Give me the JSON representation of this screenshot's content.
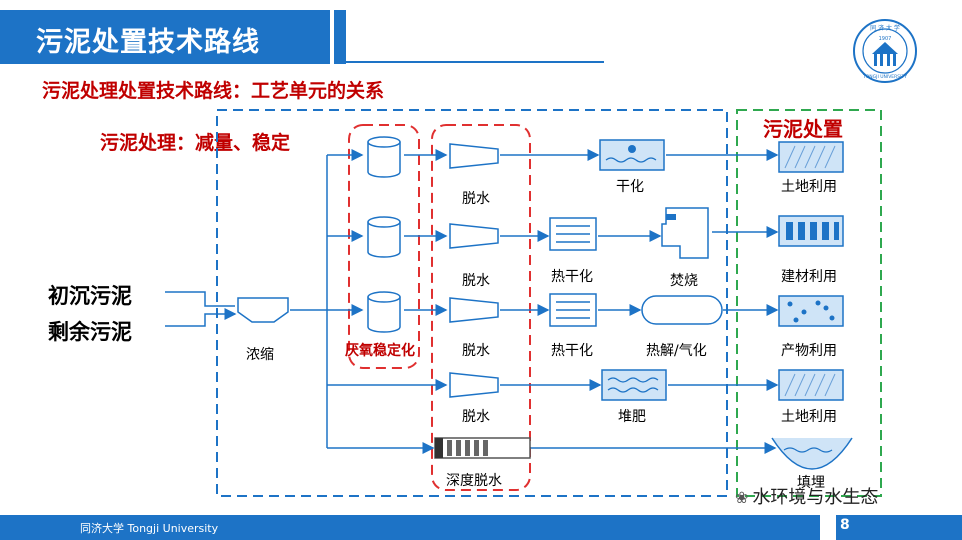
{
  "header": {
    "title": "污泥处置技术路线",
    "subtitle": "污泥处理处置技术路线：工艺单元的关系"
  },
  "sections": {
    "processing_label": "污泥处理：减量、稳定",
    "disposal_label": "污泥处置"
  },
  "inputs": [
    "初沉污泥",
    "剩余污泥"
  ],
  "units": {
    "thickening": "浓缩",
    "anaerobic": "厌氧稳定化",
    "dewater": [
      "脱水",
      "脱水",
      "脱水",
      "脱水"
    ],
    "deep_dewater": "深度脱水",
    "drying": "干化",
    "thermal_drying": [
      "热干化",
      "热干化"
    ],
    "incineration": "焚烧",
    "pyrolysis": "热解/气化",
    "composting": "堆肥"
  },
  "outcomes": [
    "土地利用",
    "建材利用",
    "产物利用",
    "土地利用",
    "填埋"
  ],
  "footer": {
    "university": "同济大学 Tongji University",
    "page": "8",
    "watermark": "水环境与水生态"
  },
  "logo": {
    "text_top": "同 济 大 学",
    "year": "1907",
    "text_bottom": "TONGJI UNIVERSITY"
  },
  "colors": {
    "brand_blue": "#1d73c6",
    "accent_red": "#c00000",
    "dashed_green": "#2fa84f"
  }
}
